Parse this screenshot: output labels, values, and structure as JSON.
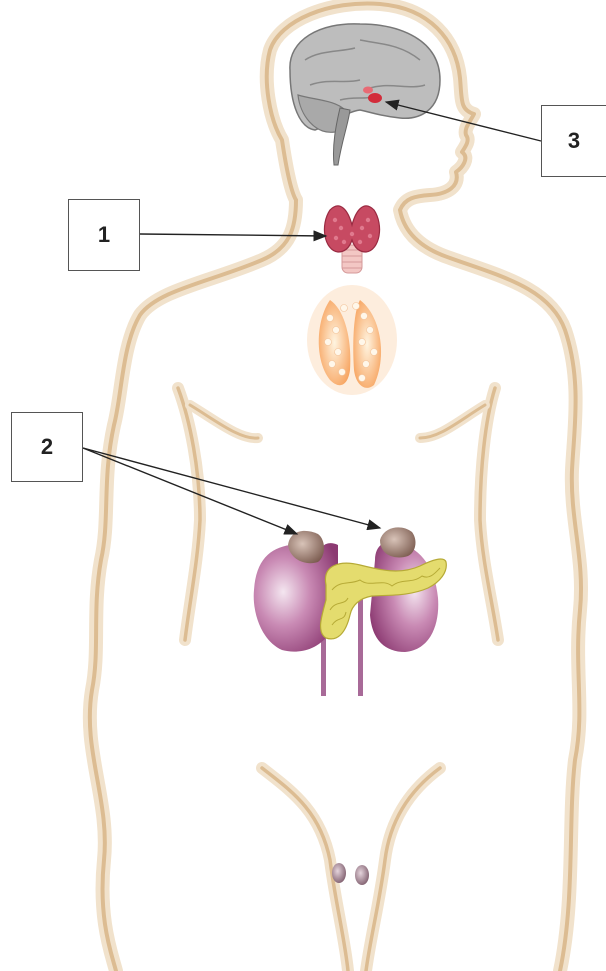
{
  "callouts": [
    {
      "id": "1",
      "label": "1"
    },
    {
      "id": "2",
      "label": "2"
    },
    {
      "id": "3",
      "label": "3"
    }
  ],
  "colors": {
    "body_outline": "#e9d3b4",
    "body_outline_inner": "#d9b98d",
    "thyroid": "#c74a62",
    "thymus": "#f2b27c",
    "kidney": "#9c4a7f",
    "adrenal": "#8b6a5c",
    "pancreas": "#dcd35a",
    "brain": "#a8a8a8",
    "pituitary": "#d22c3a",
    "testes": "#8a6a78",
    "arrow": "#222222"
  }
}
